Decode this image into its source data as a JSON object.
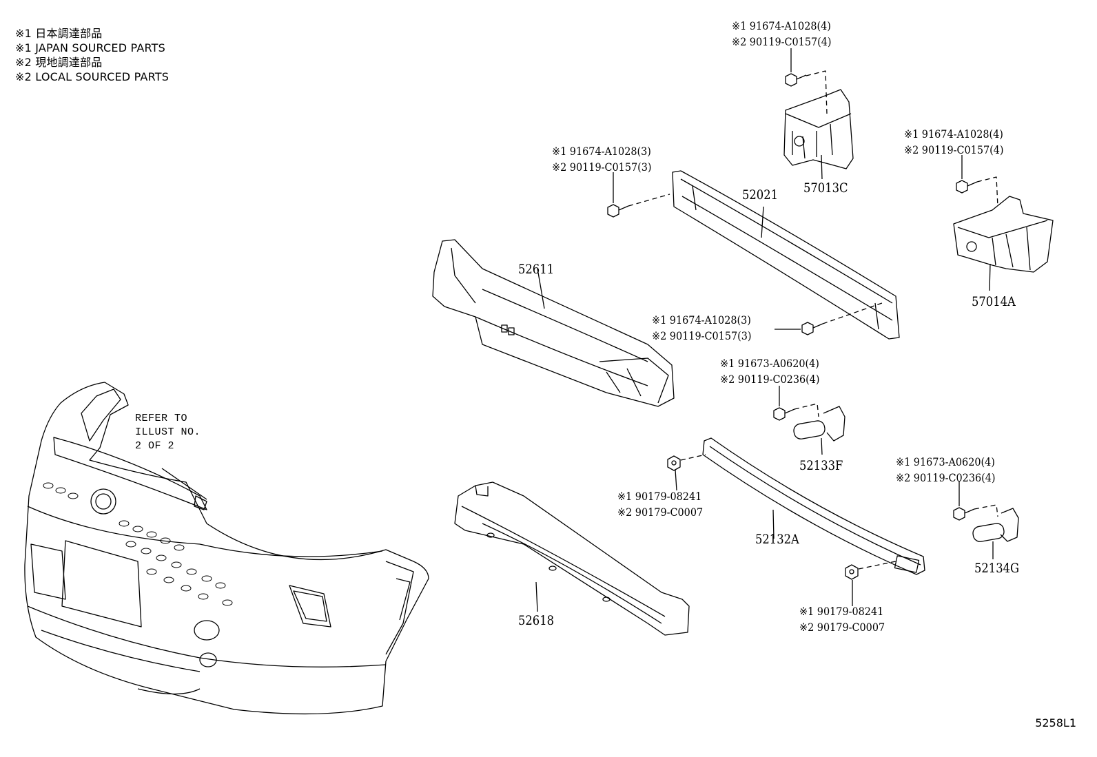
{
  "legend": [
    "※1 日本調達部品",
    "※1 JAPAN SOURCED PARTS",
    "※2 現地調達部品",
    "※2 LOCAL SOURCED PARTS"
  ],
  "refer_note": [
    "REFER TO",
    "ILLUST NO.",
    "2 OF 2"
  ],
  "illustration_code": "5258L1",
  "parts": {
    "p52021": "52021",
    "p57013c": "57013C",
    "p57014a": "57014A",
    "p52611": "52611",
    "p52618": "52618",
    "p52133f": "52133F",
    "p52132a": "52132A",
    "p52134g": "52134G"
  },
  "fasteners": {
    "f_top_1": "※1 91674-A1028(4)",
    "f_top_2": "※2 90119-C0157(4)",
    "f_right_1": "※1 91674-A1028(4)",
    "f_right_2": "※2 90119-C0157(4)",
    "f_left_1": "※1 91674-A1028(3)",
    "f_left_2": "※2 90119-C0157(3)",
    "f_mid_1": "※1 91674-A1028(3)",
    "f_mid_2": "※2 90119-C0157(3)",
    "f_52133_1": "※1 91673-A0620(4)",
    "f_52133_2": "※2 90119-C0236(4)",
    "f_52134_1": "※1 91673-A0620(4)",
    "f_52134_2": "※2 90119-C0236(4)",
    "f_nutA_1": "※1 90179-08241",
    "f_nutA_2": "※2 90179-C0007",
    "f_nutB_1": "※1 90179-08241",
    "f_nutB_2": "※2 90179-C0007"
  }
}
